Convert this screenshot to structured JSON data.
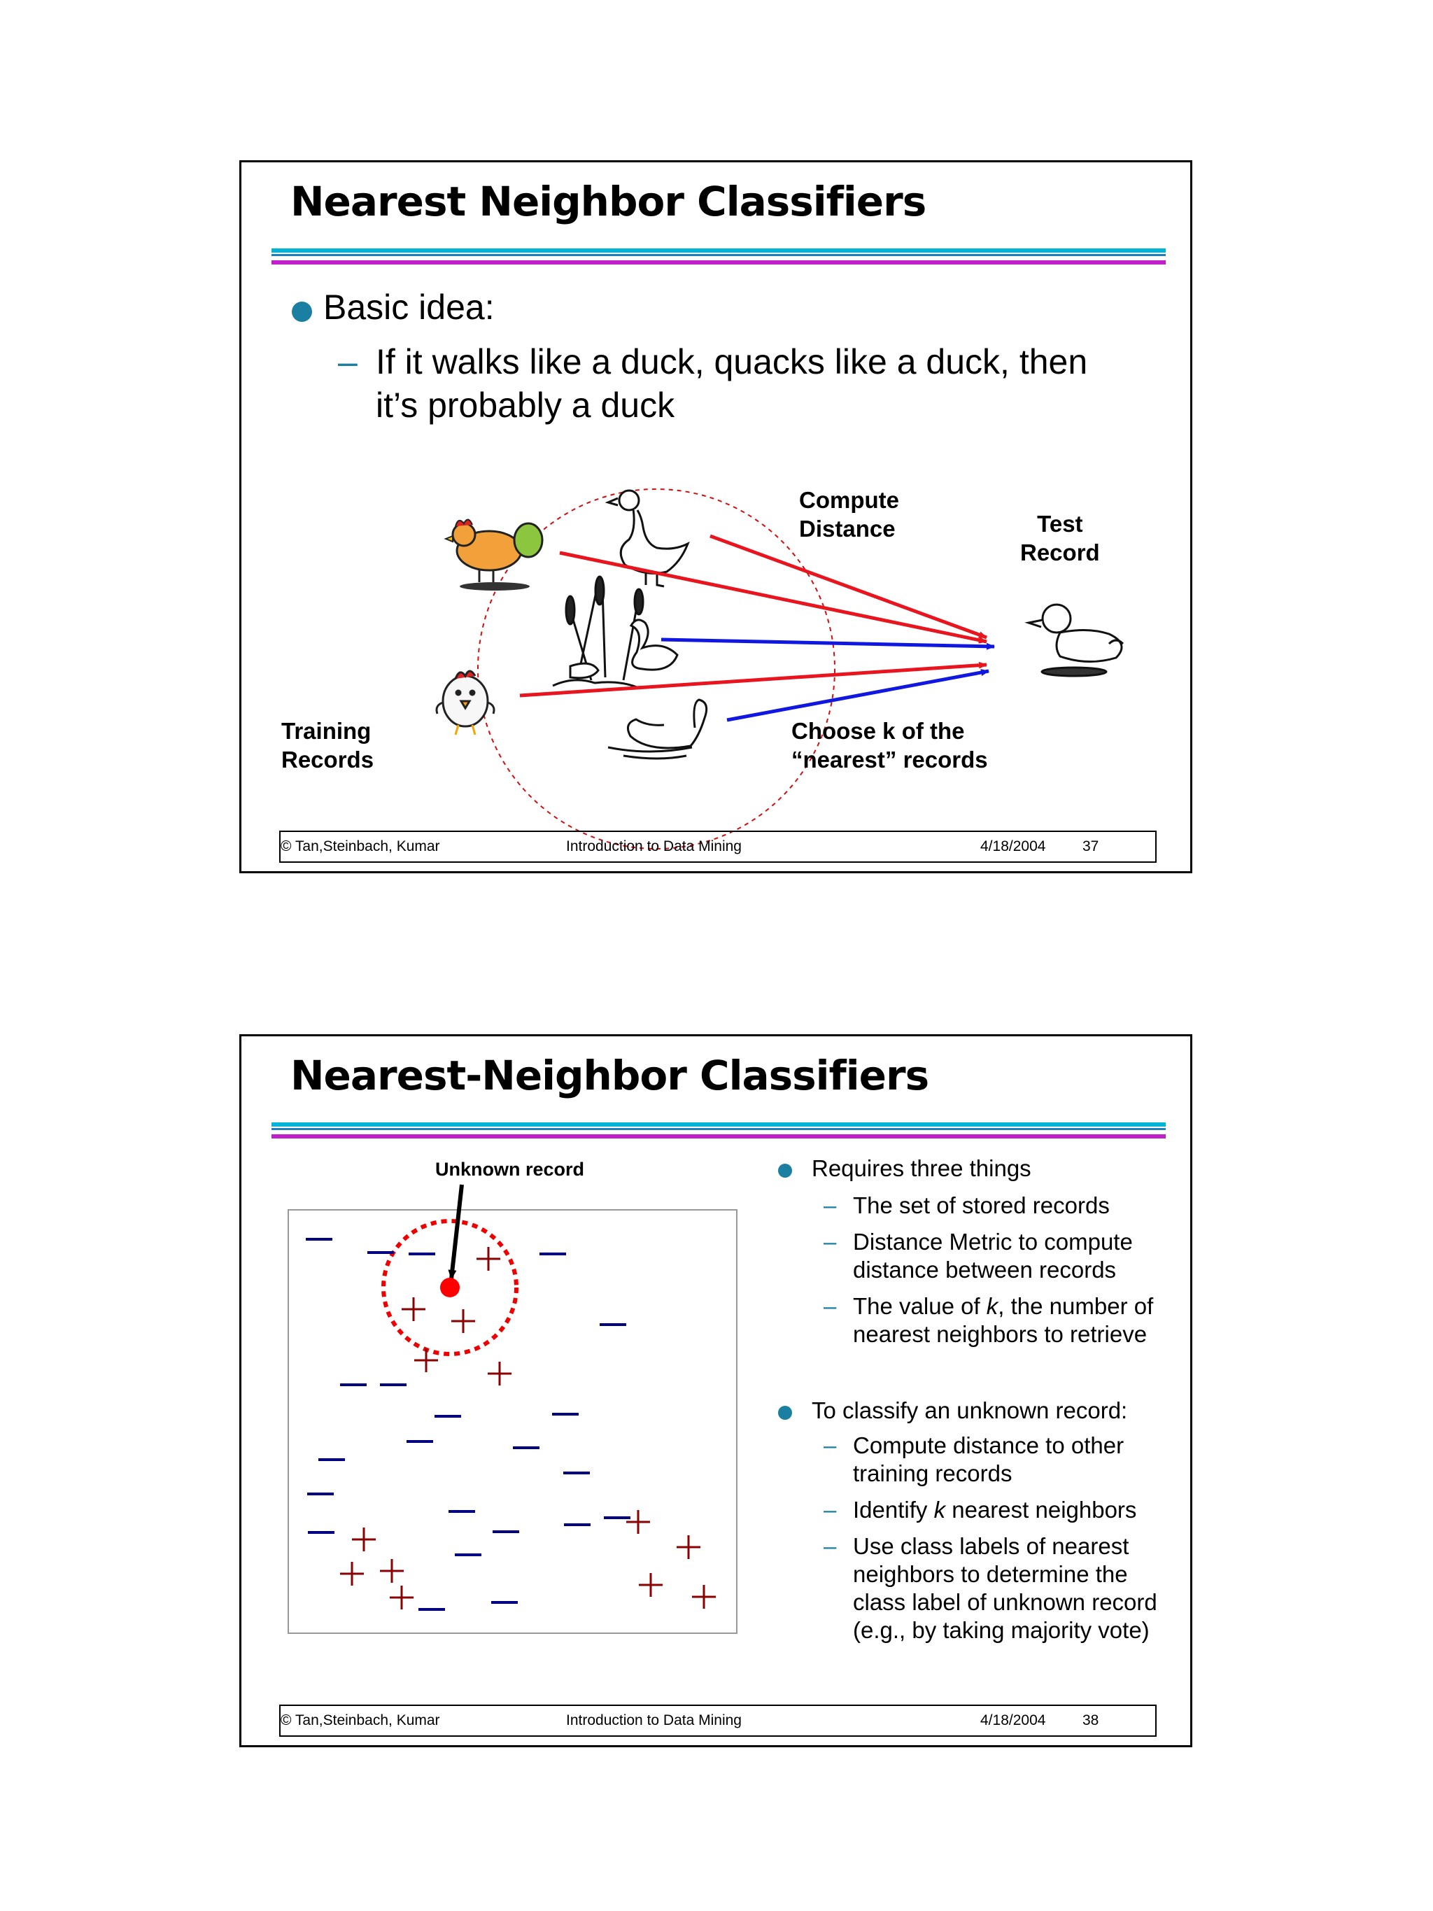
{
  "slide1": {
    "title": "Nearest Neighbor Classifiers",
    "bullet": "Basic idea:",
    "sub_line1": "If it walks like a duck, quacks like a duck, then",
    "sub_line2": "it’s probably a duck",
    "labels": {
      "compute_distance": "Compute\nDistance",
      "test_record": "Test\nRecord",
      "training_records": "Training\nRecords",
      "choose_k": "Choose k of the\n“nearest” records"
    },
    "footer": {
      "copyright": "© Tan,Steinbach, Kumar",
      "course": "Introduction to Data Mining",
      "date": "4/18/2004",
      "page": "37"
    }
  },
  "slide2": {
    "title": "Nearest-Neighbor Classifiers",
    "unknown_record_label": "Unknown record",
    "bullets": [
      {
        "text": "Requires three things",
        "subs": [
          {
            "lines": [
              "The set of stored records"
            ]
          },
          {
            "lines": [
              "Distance Metric to compute",
              "distance between records"
            ]
          },
          {
            "lines": [
              "The value of k, the number of",
              "nearest neighbors to retrieve"
            ]
          }
        ]
      },
      {
        "text": "To classify an unknown record:",
        "subs": [
          {
            "lines": [
              "Compute distance to other",
              "training records"
            ]
          },
          {
            "lines": [
              "Identify k nearest neighbors"
            ]
          },
          {
            "lines": [
              "Use class labels of nearest",
              "neighbors to determine the",
              "class label of unknown record",
              "(e.g., by taking majority vote)"
            ]
          }
        ]
      }
    ],
    "footer": {
      "copyright": "© Tan,Steinbach, Kumar",
      "course": "Introduction to Data Mining",
      "date": "4/18/2004",
      "page": "38"
    }
  },
  "colors": {
    "cyan_rule": "#00b4d8",
    "magenta_rule": "#c020c8",
    "bullet": "#1a7fa0",
    "red_arrow": "#e8141e",
    "blue_arrow": "#1018e0",
    "plus": "#8b0000",
    "minus": "#000080"
  }
}
